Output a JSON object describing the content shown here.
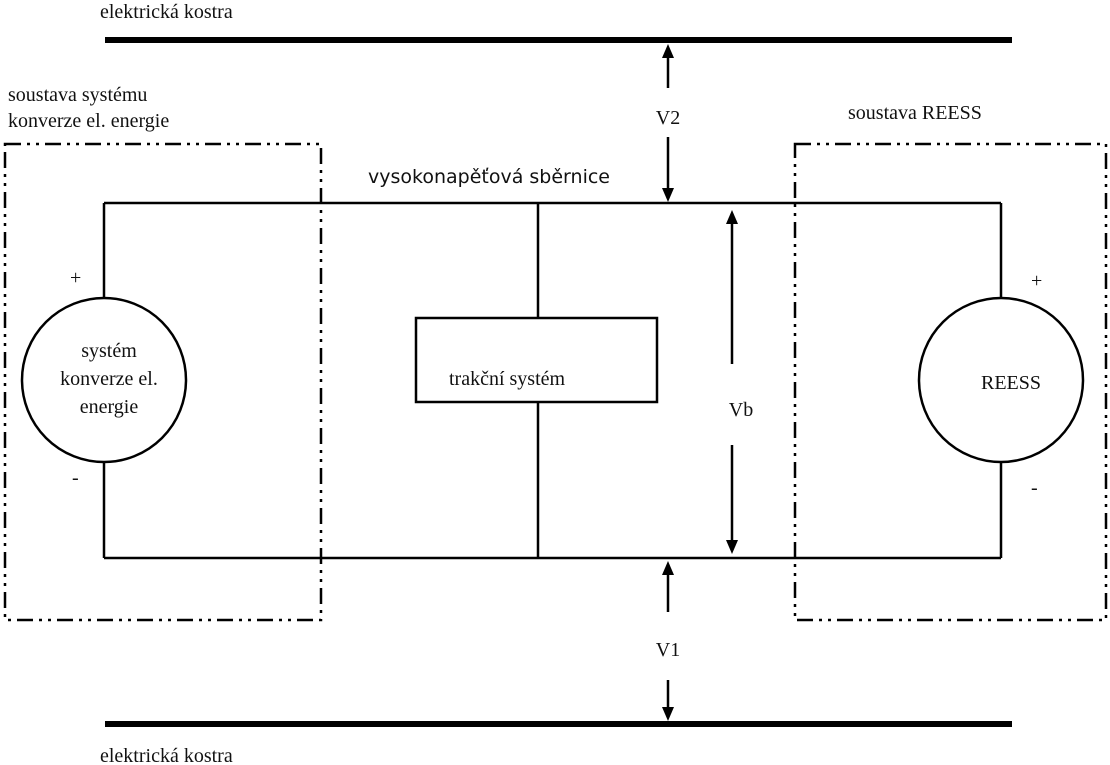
{
  "labels": {
    "ground_top": "elektrická kostra",
    "ground_bottom": "elektrická kostra",
    "left_group": [
      "soustava systému",
      "konverze el. energie"
    ],
    "right_group": "soustava REESS",
    "bus": "vysokonapěťová sběrnice",
    "v2": "V2",
    "v1": "V1",
    "vb": "Vb",
    "traction": "trakční systém",
    "left_source": [
      "systém",
      "konverze el.",
      "energie"
    ],
    "right_source": "REESS",
    "left_plus": "+",
    "left_minus": "-",
    "right_plus": "+",
    "right_minus": "-"
  }
}
